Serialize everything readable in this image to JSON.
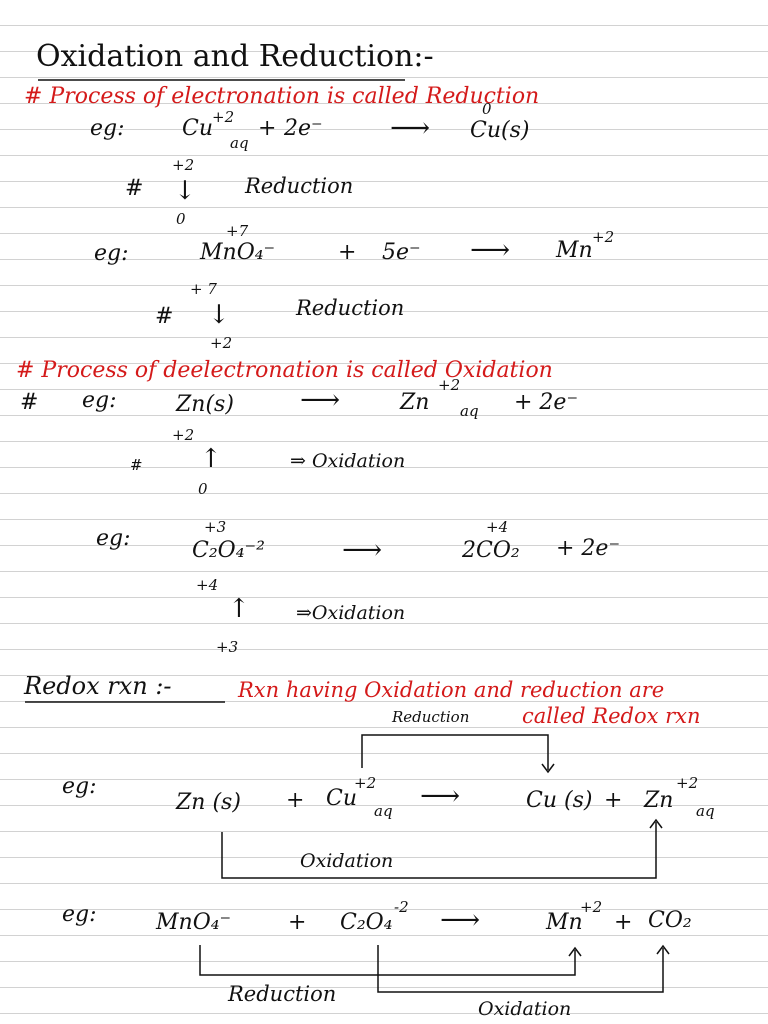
{
  "title": "Oxidation and Reduction:-",
  "reduction_def": "# Process of electronation is called Reduction",
  "ex1": {
    "label": "eg:",
    "reactant": "Cu",
    "reactant_charge": "+2",
    "reactant_state": "aq",
    "plus": "+",
    "electrons": "2e⁻",
    "arrow": "⟶",
    "product": "Cu(s)",
    "product_ox": "0",
    "hash": "#",
    "ox_top": "+2",
    "down_arrow": "↓",
    "ox_bottom": "0",
    "change_label": "Reduction"
  },
  "ex2": {
    "label": "eg:",
    "ox_above": "+7",
    "reactant": "MnO₄⁻",
    "plus": "+",
    "electrons": "5e⁻",
    "arrow": "⟶",
    "product": "Mn",
    "product_charge": "+2",
    "hash": "#",
    "ox_top": "+ 7",
    "down_arrow": "↓",
    "ox_bottom": "+2",
    "change_label": "Reduction"
  },
  "oxidation_def": "# Process of deelectronation is called Oxidation",
  "ex3": {
    "hash": "#",
    "label": "eg:",
    "reactant": "Zn(s)",
    "arrow": "⟶",
    "product": "Zn",
    "product_charge": "+2",
    "product_state": "aq",
    "electrons": "+ 2e⁻",
    "ox_top": "+2",
    "up_arrow": "↑",
    "ox_bottom": "0",
    "hash2": "#",
    "change_label": "⇒ Oxidation"
  },
  "ex4": {
    "label": "eg:",
    "ox_above": "+3",
    "reactant": "C₂O₄⁻²",
    "arrow": "⟶",
    "ox_above_product": "+4",
    "product": "2CO₂",
    "electrons": "+ 2e⁻",
    "ox_top": "+4",
    "up_arrow": "↑",
    "ox_bottom": "+3",
    "change_label": "⇒Oxidation"
  },
  "redox": {
    "heading": "Redox rxn :-",
    "definition": "Rxn having Oxidation and reduction are",
    "definition_cont": "called Redox rxn",
    "reduction_label": "Reduction",
    "ex5": {
      "label": "eg:",
      "r1": "Zn (s)",
      "plus1": "+",
      "r2": "Cu",
      "r2_charge": "+2",
      "r2_state": "aq",
      "arrow": "⟶",
      "p1": "Cu (s)",
      "plus2": "+",
      "p2": "Zn",
      "p2_charge": "+2",
      "p2_state": "aq",
      "oxidation_label": "Oxidation"
    },
    "ex6": {
      "label": "eg:",
      "r1": "MnO₄⁻",
      "plus1": "+",
      "r2": "C₂O₄",
      "r2_charge": "-2",
      "arrow": "⟶",
      "p1": "Mn",
      "p1_charge": "+2",
      "plus2": "+",
      "p2": "CO₂",
      "reduction_label": "Reduction",
      "oxidation_label": "Oxidation"
    }
  }
}
